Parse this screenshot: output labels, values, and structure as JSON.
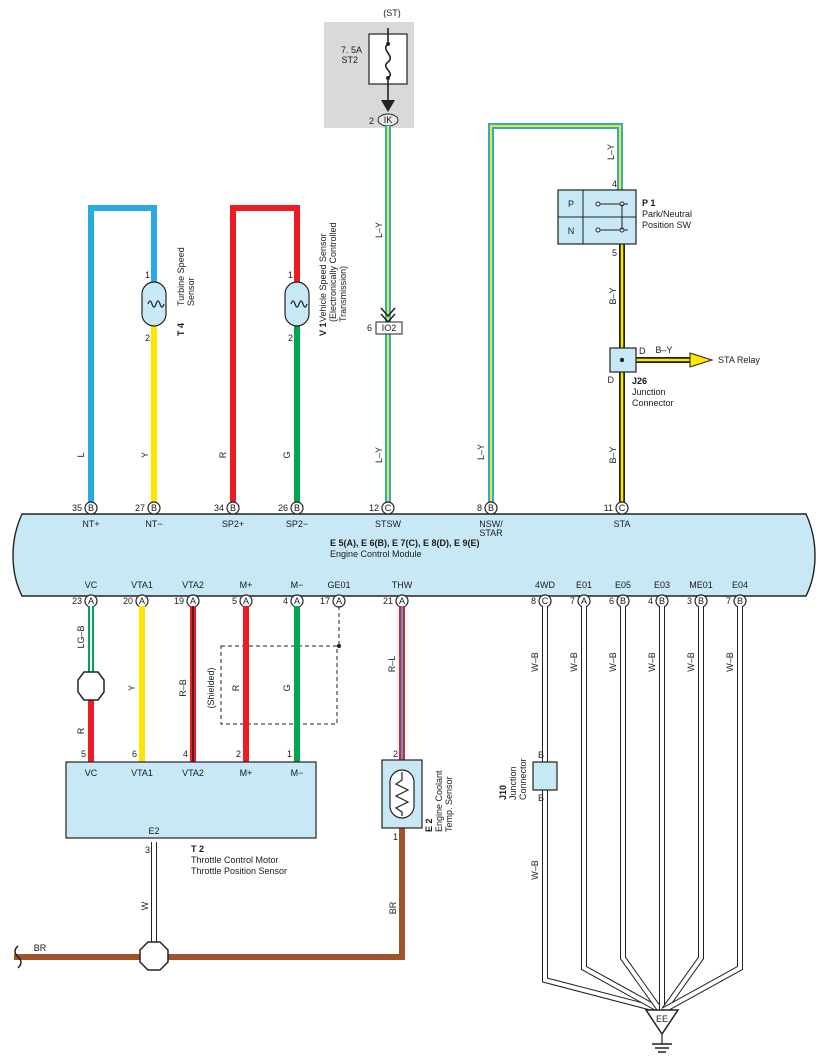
{
  "fuse": {
    "circuit": "(ST)",
    "rating": "7. 5A",
    "name": "ST2",
    "connector_pin": "2",
    "connector": "IK"
  },
  "inline_connector": {
    "pin": "6",
    "name": "IO2"
  },
  "ecm": {
    "id": "E 5(A), E 6(B), E 7(C), E 8(D), E 9(E)",
    "name": "Engine Control Module",
    "top_pins": [
      {
        "num": "35",
        "conn": "B",
        "label": "NT+"
      },
      {
        "num": "27",
        "conn": "B",
        "label": "NT−"
      },
      {
        "num": "34",
        "conn": "B",
        "label": "SP2+"
      },
      {
        "num": "26",
        "conn": "B",
        "label": "SP2−"
      },
      {
        "num": "12",
        "conn": "C",
        "label": "STSW"
      },
      {
        "num": "8",
        "conn": "B",
        "label": "NSW/"
      },
      {
        "num": "11",
        "conn": "C",
        "label": "STA"
      }
    ],
    "star_label": "STAR",
    "bottom_pins": [
      {
        "num": "23",
        "conn": "A",
        "label": "VC"
      },
      {
        "num": "20",
        "conn": "A",
        "label": "VTA1"
      },
      {
        "num": "19",
        "conn": "A",
        "label": "VTA2"
      },
      {
        "num": "5",
        "conn": "A",
        "label": "M+"
      },
      {
        "num": "4",
        "conn": "A",
        "label": "M−"
      },
      {
        "num": "17",
        "conn": "A",
        "label": "GE01"
      },
      {
        "num": "21",
        "conn": "A",
        "label": "THW"
      },
      {
        "num": "8",
        "conn": "C",
        "label": "4WD"
      },
      {
        "num": "7",
        "conn": "A",
        "label": "E01"
      },
      {
        "num": "6",
        "conn": "B",
        "label": "E05"
      },
      {
        "num": "4",
        "conn": "B",
        "label": "E03"
      },
      {
        "num": "3",
        "conn": "B",
        "label": "ME01"
      },
      {
        "num": "7",
        "conn": "B",
        "label": "E04"
      }
    ]
  },
  "turbine_sensor": {
    "id": "T 4",
    "line1": "Turbine Speed",
    "line2": "Sensor",
    "pin1": "1",
    "pin2": "2"
  },
  "vehicle_speed_sensor": {
    "id": "V 1",
    "line1": "Vehicle Speed Sensor",
    "line2": "(Electronically Controlled",
    "line3": "Transmission)",
    "pin1": "1",
    "pin2": "2"
  },
  "park_neutral": {
    "id": "P 1",
    "line1": "Park/Neutral",
    "line2": "Position SW",
    "pos_p": "P",
    "pos_n": "N",
    "pin_top": "4",
    "pin_bottom": "5"
  },
  "j26": {
    "id": "J26",
    "line1": "Junction",
    "line2": "Connector",
    "pin_right": "D",
    "pin_bottom": "D",
    "relay": "STA Relay"
  },
  "throttle": {
    "id": "T 2",
    "line1": "Throttle Control Motor",
    "line2": "Throttle Position Sensor",
    "pins": [
      {
        "num": "5",
        "label": "VC"
      },
      {
        "num": "6",
        "label": "VTA1"
      },
      {
        "num": "4",
        "label": "VTA2"
      },
      {
        "num": "2",
        "label": "M+"
      },
      {
        "num": "1",
        "label": "M−"
      }
    ],
    "e2_label": "E2",
    "e2_pin": "3"
  },
  "coolant_sensor": {
    "id": "E 2",
    "line1": "Engine Coolant",
    "line2": "Temp. Sensor",
    "pin_top": "2",
    "pin_bottom": "1"
  },
  "j10": {
    "id": "J10",
    "line1": "Junction",
    "line2": "Connector",
    "pin_top": "B",
    "pin_bottom": "B"
  },
  "ground": {
    "label": "EE"
  },
  "shielded_label": "(Shielded)",
  "wires": {
    "L": "L",
    "Y": "Y",
    "R": "R",
    "G": "G",
    "LY": "L–Y",
    "BY": "B–Y",
    "LGB": "LG–B",
    "RB": "R–B",
    "RL": "R–L",
    "WB": "W–B",
    "W": "W",
    "BR": "BR"
  },
  "colors": {
    "blue": "#29abe2",
    "yellow": "#ffe600",
    "red": "#ed1c24",
    "green": "#00a651",
    "brown": "#a0522d",
    "ecm_fill": "#c8e8f6",
    "fuse_bg": "#d9d9d9"
  }
}
